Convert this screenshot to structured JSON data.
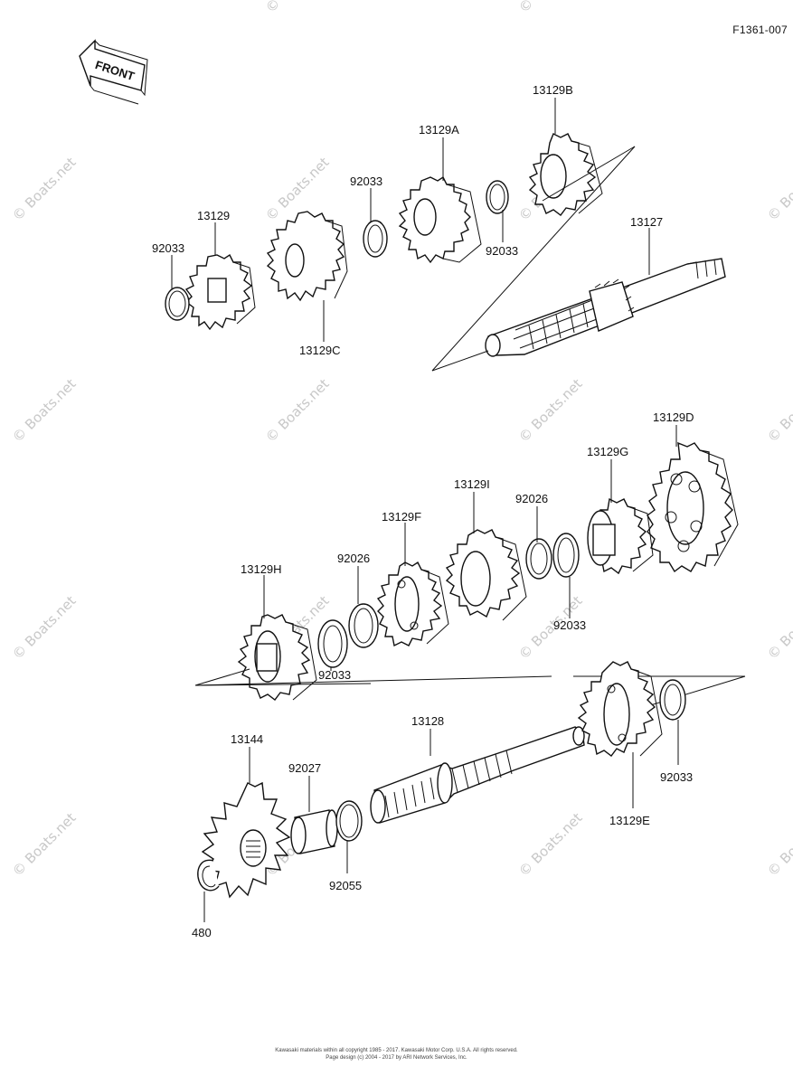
{
  "page_code": "F1361-007",
  "front_label": "FRONT",
  "watermark": "© Boats.net",
  "parts": {
    "p13129B": "13129B",
    "p13129A": "13129A",
    "p92033_a": "92033",
    "p13129": "13129",
    "p92033_b": "92033",
    "p92033_c": "92033",
    "p13127": "13127",
    "p13129C": "13129C",
    "p13129D": "13129D",
    "p13129G": "13129G",
    "p13129I": "13129I",
    "p92026_a": "92026",
    "p13129F": "13129F",
    "p92026_b": "92026",
    "p13129H": "13129H",
    "p92033_d": "92033",
    "p92033_e": "92033",
    "p13128": "13128",
    "p13144": "13144",
    "p92027": "92027",
    "p92055": "92055",
    "p480": "480",
    "p92033_f": "92033",
    "p13129E": "13129E"
  },
  "footer": {
    "line1": "Kawasaki materials within all copyright 1985 - 2017. Kawasaki Motor Corp. U.S.A.   All rights reserved.",
    "line2": "Page design (c) 2004 - 2017 by ARI Network Services, Inc."
  }
}
